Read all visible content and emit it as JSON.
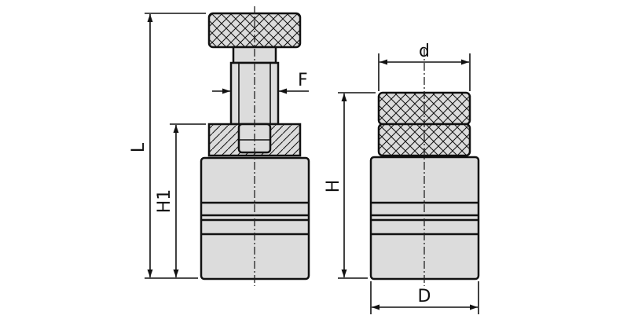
{
  "labels": {
    "L": "L",
    "H1": "H1",
    "F": "F",
    "H": "H",
    "d": "d",
    "D": "D"
  },
  "colors": {
    "body": "#dcdcdc",
    "stroke": "#111111",
    "background": "#ffffff"
  }
}
